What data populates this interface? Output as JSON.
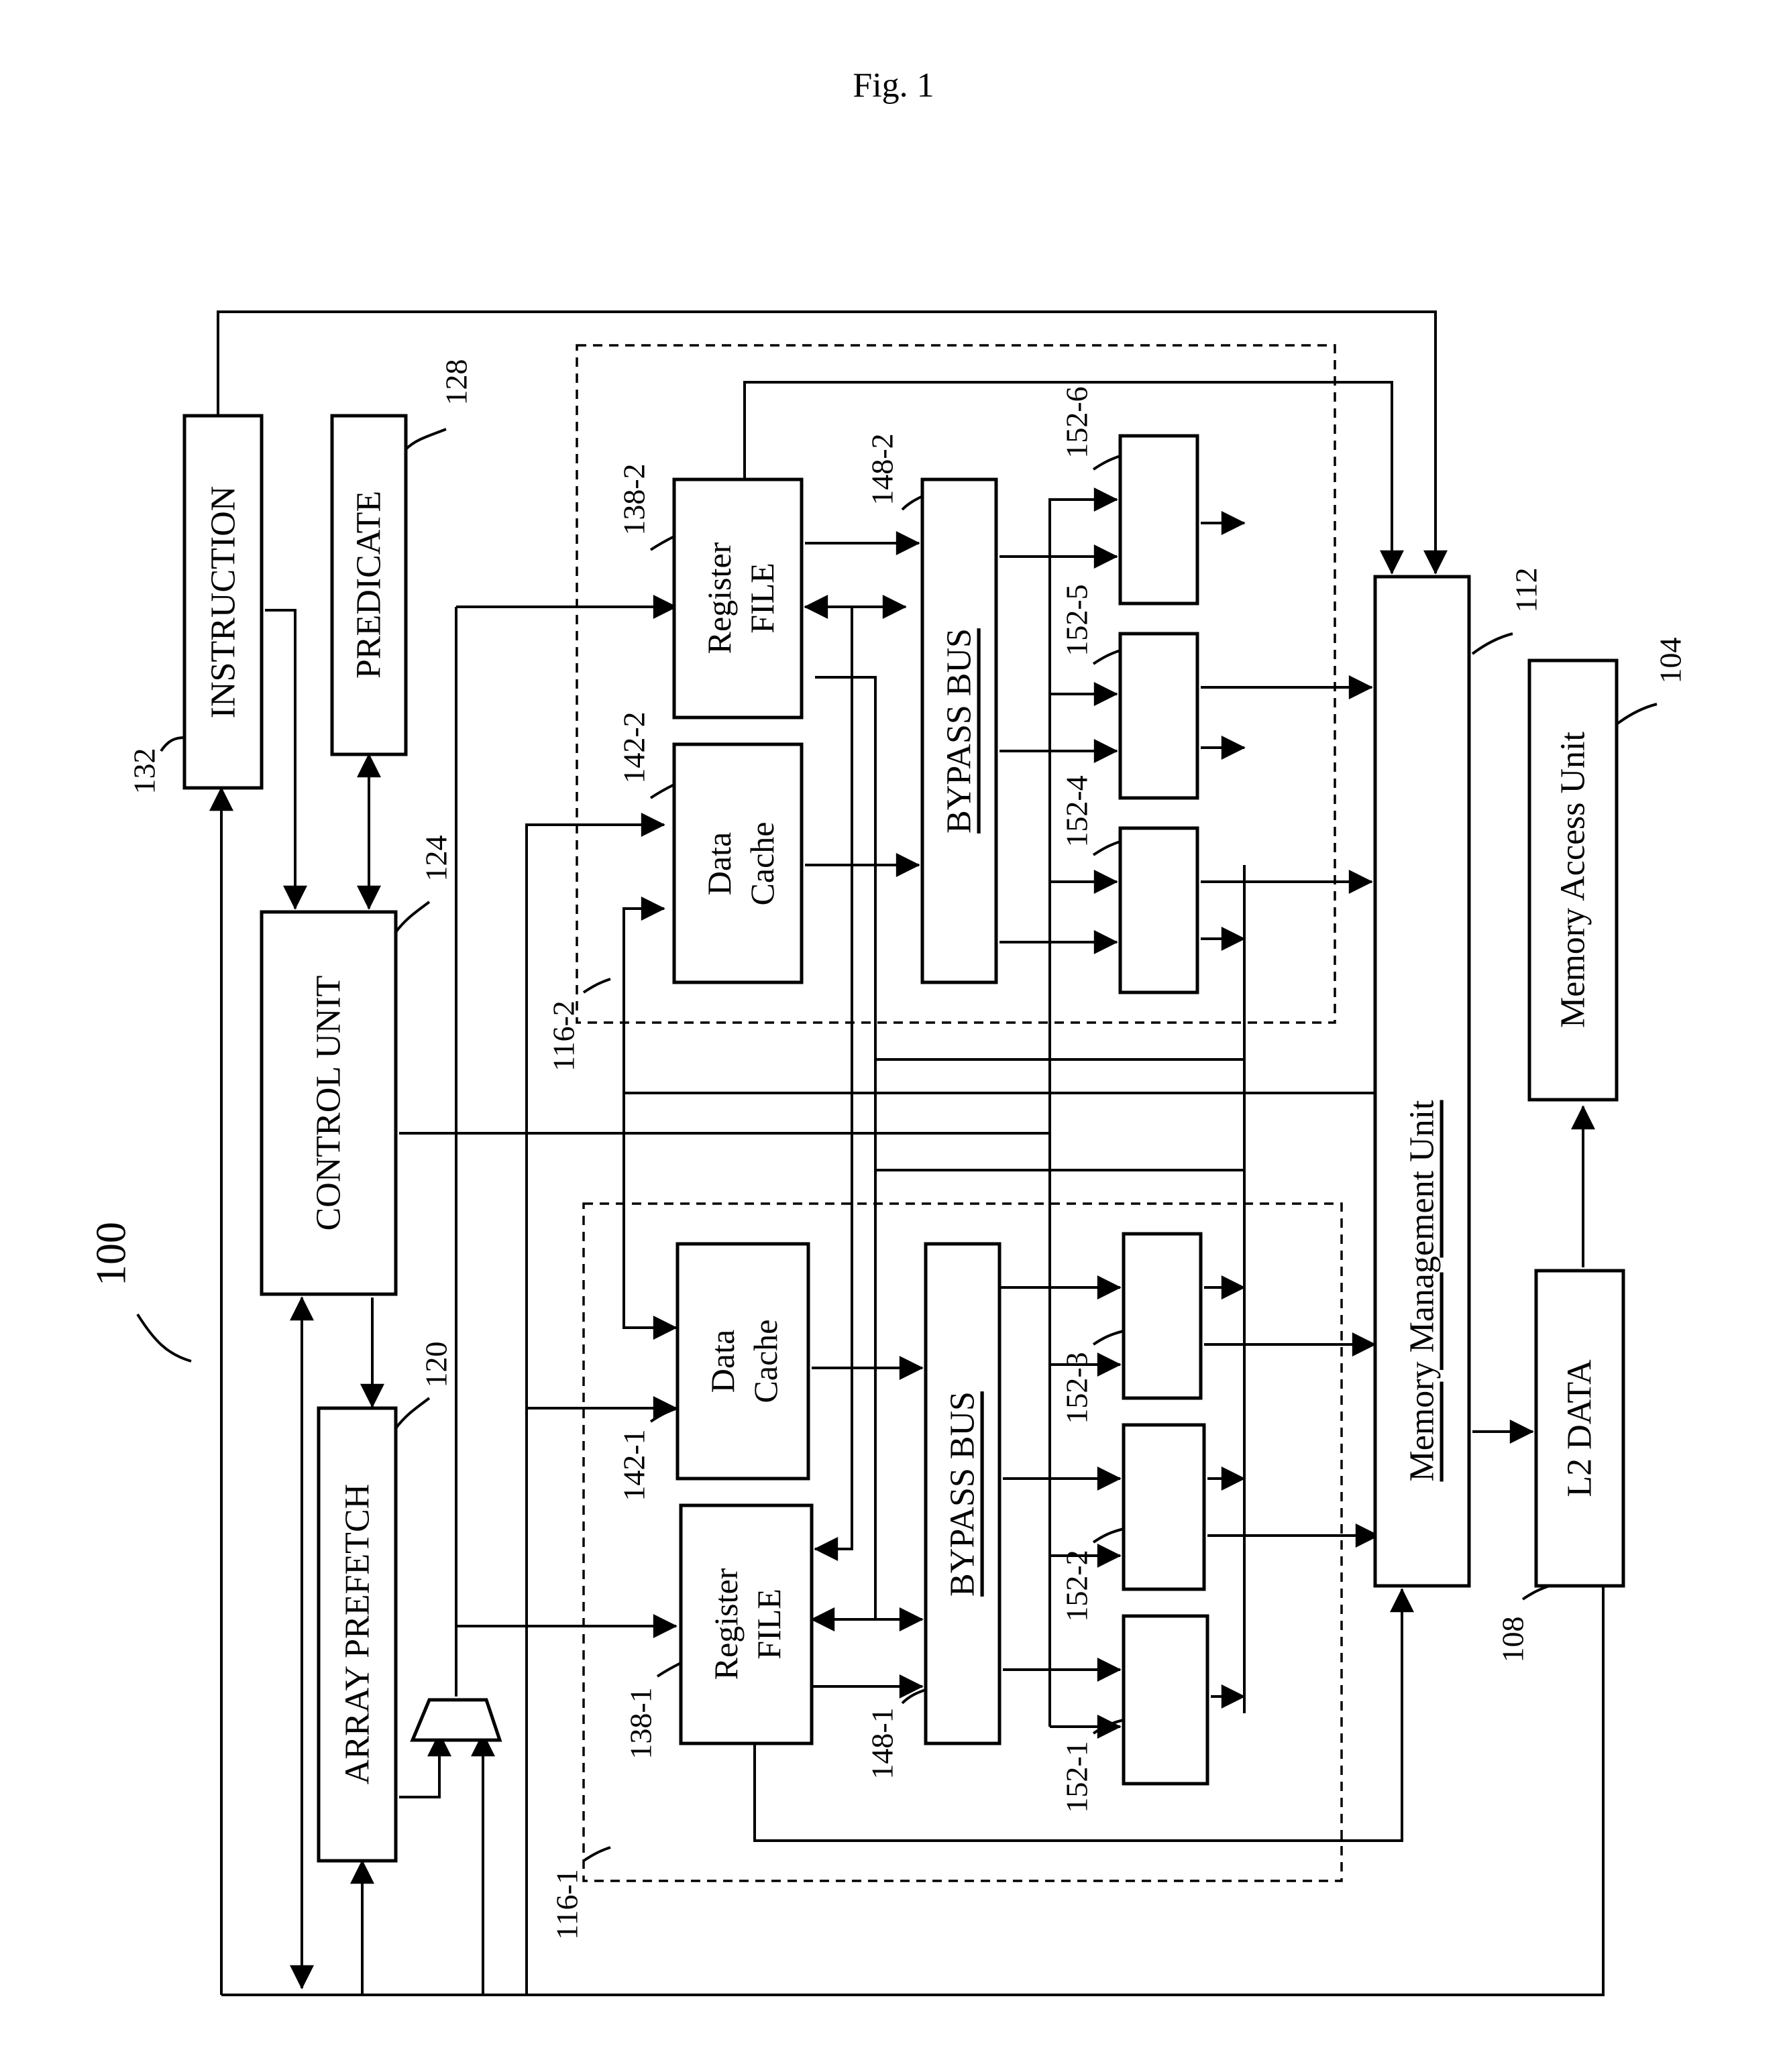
{
  "figure": {
    "title": "Fig. 1",
    "ref_main": "100"
  },
  "blocks": {
    "instruction": "INSTRUCTION",
    "predicate": "PREDICATE",
    "control_unit": "CONTROL UNIT",
    "array_prefetch": "ARRAY PREFETCH",
    "register_file_word1": "Register",
    "register_file_word2": "FILE",
    "data_cache_word1": "Data",
    "data_cache_word2": "Cache",
    "bypass_bus": "BYPASS BUS",
    "memory_management_unit": "Memory Management Unit",
    "memory_access_unit": "Memory Access Unit",
    "l2_data": "L2 DATA"
  },
  "refs": {
    "instruction": "132",
    "predicate": "128",
    "control_unit": "124",
    "array_prefetch": "120",
    "memory_management_unit": "112",
    "memory_access_unit": "104",
    "l2_data": "108",
    "cluster_1": "116-1",
    "cluster_2": "116-2",
    "register_file_1": "138-1",
    "register_file_2": "138-2",
    "data_cache_1": "142-1",
    "data_cache_2": "142-2",
    "bypass_bus_1": "148-1",
    "bypass_bus_2": "148-2",
    "exec_1": "152-1",
    "exec_2": "152-2",
    "exec_3": "152-3",
    "exec_4": "152-4",
    "exec_5": "152-5",
    "exec_6": "152-6"
  }
}
